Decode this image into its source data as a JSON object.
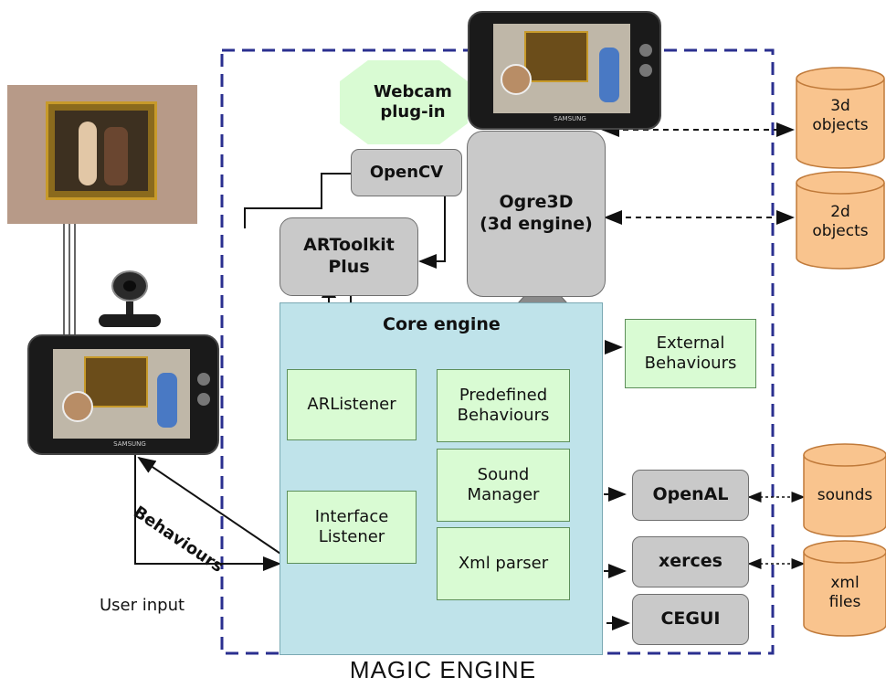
{
  "title": "MAGIC ENGINE",
  "components": {
    "webcam_plugin": "Webcam\nplug-in",
    "opencv": "OpenCV",
    "ogre3d": "Ogre3D\n(3d engine)",
    "artoolkit": "ARToolkit\nPlus",
    "core_engine": "Core engine",
    "external_behaviours": "External\nBehaviours",
    "arlistener": "ARListener",
    "predefined_behaviours": "Predefined\nBehaviours",
    "sound_manager": "Sound\nManager",
    "interface_listener": "Interface\nListener",
    "xml_parser": "Xml parser",
    "openal": "OpenAL",
    "xerces": "xerces",
    "cegui": "CEGUI"
  },
  "resources": {
    "objects_3d": "3d\nobjects",
    "objects_2d": "2d\nobjects",
    "sounds": "sounds",
    "xml_files": "xml\nfiles"
  },
  "labels": {
    "behaviours": "Behaviours",
    "user_input": "User input"
  },
  "devices": {
    "brand": "SAMSUNG"
  },
  "colors": {
    "core_fill": "#bfe3ea",
    "component_gray": "#c9c9c9",
    "behaviour_green": "#d9fbd3",
    "cylinder_orange": "#f9c48e",
    "frame_blue": "#2a2f8f"
  }
}
